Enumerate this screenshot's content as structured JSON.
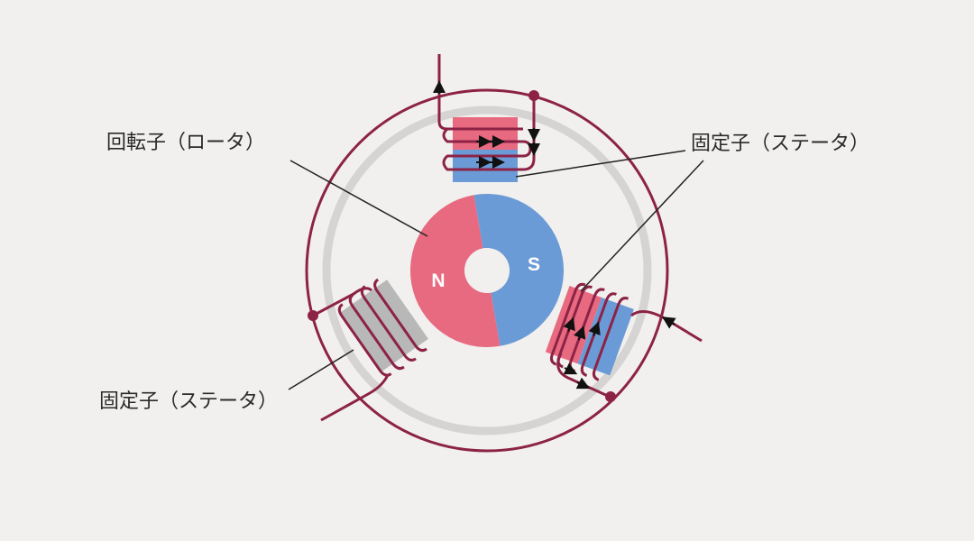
{
  "labels": {
    "rotor": "回転子（ロータ）",
    "stator_top_right": "固定子（ステータ）",
    "stator_bottom_left": "固定子（ステータ）"
  },
  "poles": {
    "north": "N",
    "south": "S"
  },
  "colors": {
    "background": "#f2f0ee",
    "wire": "#8c2346",
    "north_pole": "#e86a80",
    "south_pole": "#6b9bd6",
    "inactive_stator": "#b8b8b8",
    "inner_ring": "#d6d4d2",
    "leader_line": "#222222"
  }
}
